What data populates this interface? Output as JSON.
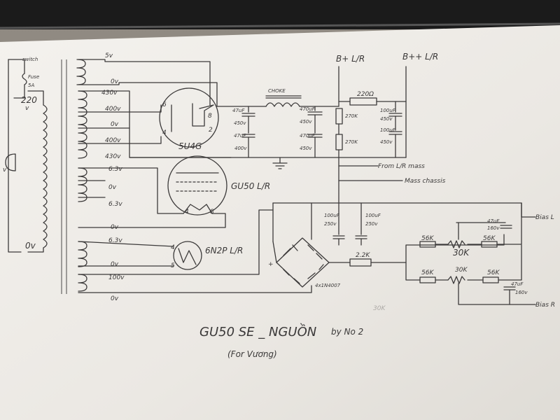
{
  "transformer": {
    "switch_label": "switch",
    "fuse_label": "Fuse",
    "fuse_rating": "5A",
    "primary_voltage": "220",
    "primary_unit": "v",
    "primary_left_label": "v",
    "primary_bottom_label": "0v",
    "sec_5v": "5v",
    "sec_0v_a": "0v",
    "sec_430v_a": "430v",
    "sec_400v_a": "400v",
    "sec_0v_b": "0v",
    "sec_400v_b": "400v",
    "sec_430v_b": "430v",
    "sec_63v": "6.3v",
    "sec_0v_c": "0v",
    "sec_63v_b": "6.3v",
    "sec_0v_d": "0v",
    "sec_63v_c": "6.3v",
    "sec_0v_e": "0v",
    "sec_100v": "100v",
    "sec_0v_f": "0v"
  },
  "tubes": {
    "rectifier": "5U4G",
    "rect_pin6": "6",
    "rect_pin4": "4",
    "rect_pin8": "8",
    "rect_pin2": "2",
    "output": "GU50 L/R",
    "out_pin4": "4",
    "out_pin8": "8",
    "driver": "6N2P L/R",
    "drv_pin4": "4",
    "drv_pin5": "5"
  },
  "power_supply": {
    "choke_label": "CHOKE",
    "b_plus": "B+ L/R",
    "b_plus_plus": "B++ L/R",
    "r_series": "220Ω",
    "r1": "270K",
    "r2": "270K",
    "c1_val": "47uF",
    "c1_volt": "450v",
    "c2_val": "47uF",
    "c2_volt": "400v",
    "c3_val": "470uF",
    "c3_volt": "450v",
    "c4_val": "470uF",
    "c4_volt": "450v",
    "c5_val": "100uF",
    "c5_volt": "450v",
    "c6_val": "100uF",
    "c6_volt": "450v",
    "from_mass": "From L/R mass",
    "mass_chassis": "Mass chassis"
  },
  "bias_supply": {
    "bridge_plus": "+",
    "bridge_label": "4x1N4007",
    "c7_val": "100uF",
    "c7_volt": "250v",
    "c8_val": "100uF",
    "c8_volt": "250v",
    "r_bridge": "2.2K",
    "r_56k_a": "56K",
    "pot_30k_a": "30K",
    "r_56k_b": "56K",
    "c_bias_a_val": "47uF",
    "c_bias_a_volt": "160v",
    "r_56k_c": "56K",
    "pot_30k_b": "30K",
    "r_56k_d": "56K",
    "c_bias_b_val": "47uF",
    "c_bias_b_volt": "160v",
    "bias_l": "Bias L",
    "bias_r": "Bias R",
    "faint_30k": "30K"
  },
  "title": {
    "main": "GU50 SE _ NGUỒN",
    "author": "by No 2",
    "for_line": "(For Vương)"
  }
}
